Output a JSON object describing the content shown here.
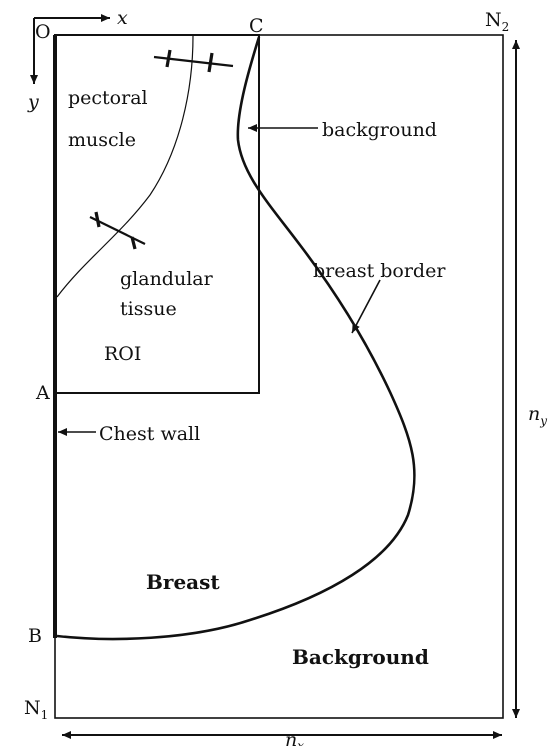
{
  "labels": {
    "origin": "O",
    "x_axis": "x",
    "y_axis": "y",
    "corner_c": "C",
    "corner_n2_base": "N",
    "corner_n2_sub": "2",
    "corner_n1_base": "N",
    "corner_n1_sub": "1",
    "point_a": "A",
    "point_b": "B",
    "pectoral_line1": "pectoral",
    "pectoral_line2": "muscle",
    "background_pointer": "background",
    "glandular_line1": "glandular",
    "glandular_line2": "tissue",
    "roi": "ROI",
    "breast_border": "breast border",
    "chest_wall": "Chest wall",
    "breast": "Breast",
    "background": "Background",
    "ny_base": "n",
    "ny_sub": "y",
    "nx_base": "n",
    "nx_sub": "x"
  },
  "colors": {
    "stroke": "#111111",
    "background": "#ffffff"
  }
}
